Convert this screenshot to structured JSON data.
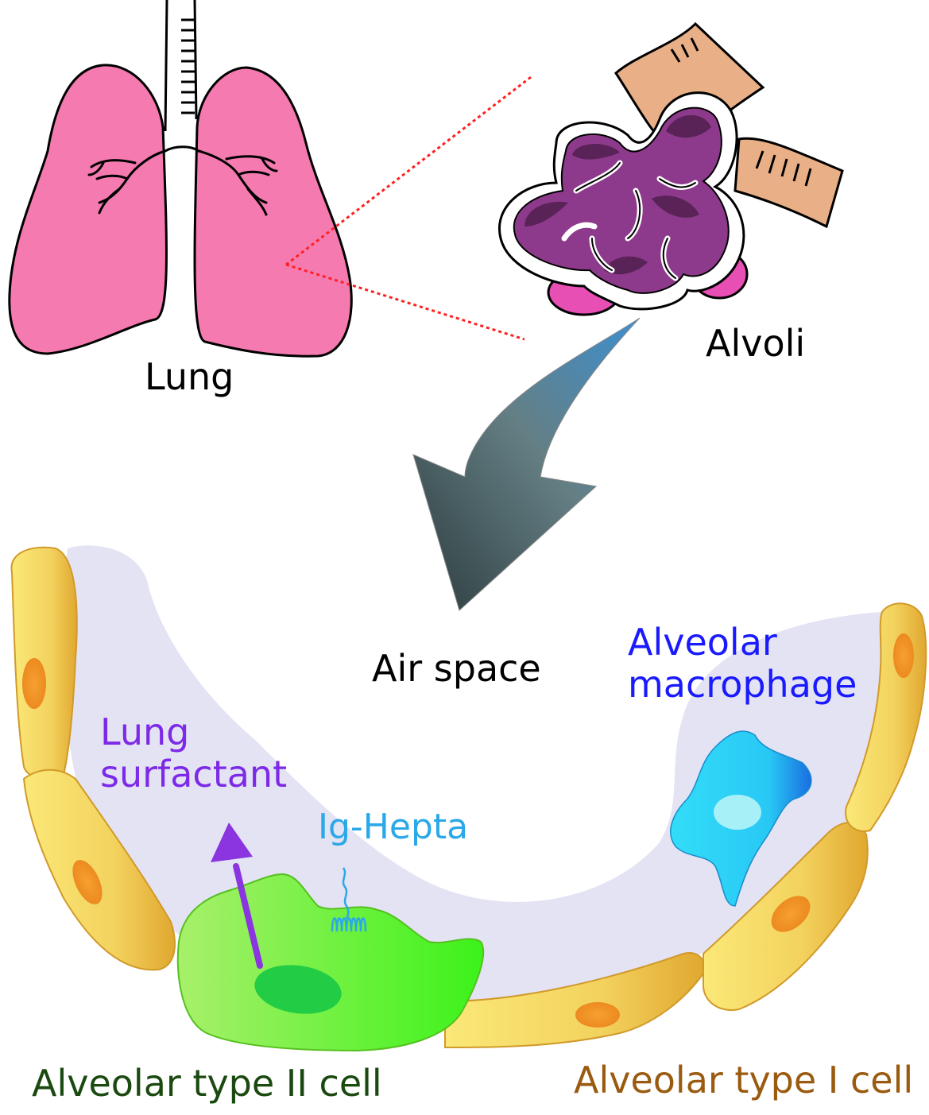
{
  "labels": {
    "lung": "Lung",
    "alvoli": "Alvoli",
    "air_space": "Air space",
    "macrophage_line1": "Alveolar",
    "macrophage_line2": "macrophage",
    "surfactant_line1": "Lung",
    "surfactant_line2": "surfactant",
    "ig_hepta": "Ig-Hepta",
    "type2_cell": "Alveolar type II cell",
    "type1_cell": "Alveolar type I cell"
  },
  "colors": {
    "lung_fill": "#f57ab0",
    "alveoli_dark": "#5a2358",
    "alveoli_mid": "#8e3a8c",
    "alveoli_pink": "#e84fb4",
    "bronchus_tan": "#e9b088",
    "air_space": "#e3e3f4",
    "type1_cell": "#f3d25e",
    "type1_nucleus": "#f39a2a",
    "type2_cell": "#66e626",
    "type2_nucleus": "#22cc44",
    "macrophage": "#2ad3f5",
    "arrow_gray": "#4f666c",
    "surfactant_arrow": "#8a35e0",
    "ig_hepta": "#2aa8e8",
    "zoom_line": "#ff2020"
  }
}
